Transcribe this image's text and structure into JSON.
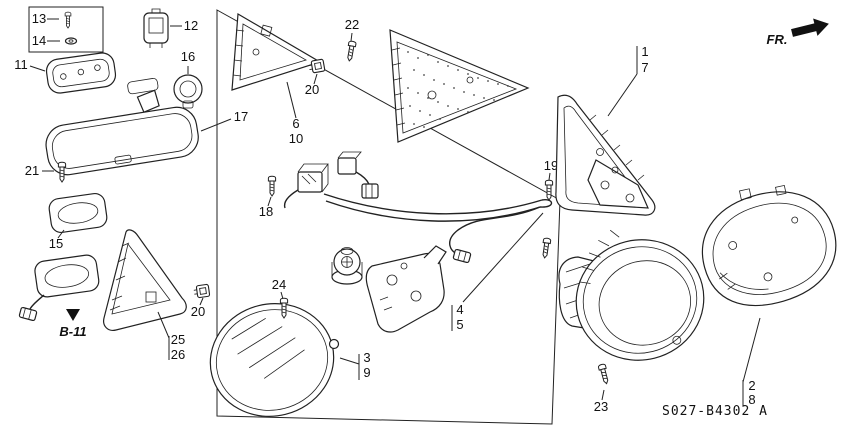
{
  "diagram": {
    "part_code": "S027-B4302 A",
    "direction_label": "FR.",
    "section_ref": "B-11",
    "callouts": {
      "n1": "1",
      "n2": "2",
      "n3": "3",
      "n4": "4",
      "n5": "5",
      "n6": "6",
      "n7": "7",
      "n8": "8",
      "n9": "9",
      "n10": "10",
      "n11": "11",
      "n12": "12",
      "n13": "13",
      "n14": "14",
      "n15": "15",
      "n16": "16",
      "n17": "17",
      "n18": "18",
      "n19": "19",
      "n20": "20",
      "n21": "21",
      "n22": "22",
      "n23": "23",
      "n24": "24",
      "n25": "25",
      "n26": "26"
    }
  }
}
